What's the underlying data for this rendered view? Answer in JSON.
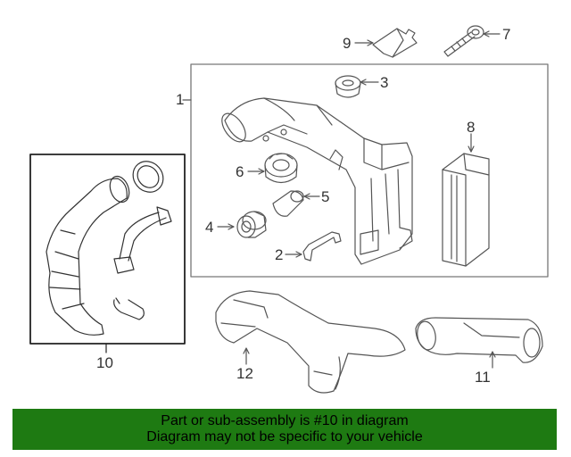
{
  "callouts": {
    "c1": "1",
    "c2": "2",
    "c3": "3",
    "c4": "4",
    "c5": "5",
    "c6": "6",
    "c7": "7",
    "c8": "8",
    "c9": "9",
    "c10": "10",
    "c11": "11",
    "c12": "12"
  },
  "banner": {
    "line1": "Part or sub-assembly is #10 in diagram",
    "line2": "Diagram may not be specific to your vehicle",
    "color": "#1e7a12"
  }
}
